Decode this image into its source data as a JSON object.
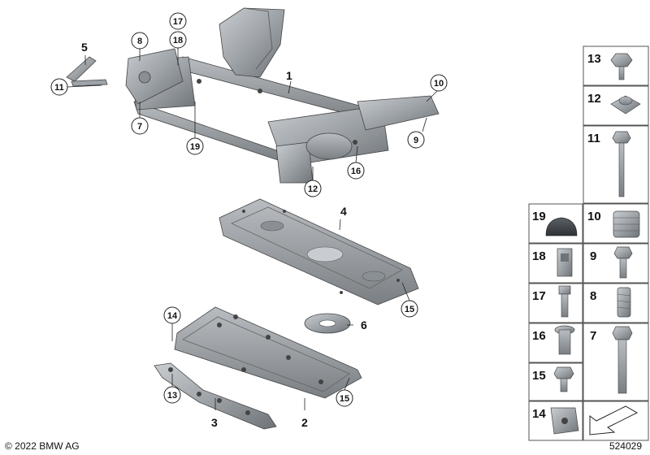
{
  "diagram": {
    "callouts": {
      "c1": "1",
      "c2": "2",
      "c3": "3",
      "c4": "4",
      "c5": "5",
      "c6": "6",
      "c7": "7",
      "c8": "8",
      "c9": "9",
      "c10": "10",
      "c11": "11",
      "c12": "12",
      "c13a": "13",
      "c14": "14",
      "c15a": "15",
      "c15b": "15",
      "c16": "16",
      "c17": "17",
      "c18": "18",
      "c19": "19"
    },
    "legend": {
      "l13": "13",
      "l12": "12",
      "l11": "11",
      "l19": "19",
      "l10": "10",
      "l18": "18",
      "l9": "9",
      "l17": "17",
      "l8": "8",
      "l16": "16",
      "l7": "7",
      "l15": "15",
      "l14": "14"
    }
  },
  "footer": {
    "copyright": "© 2022 BMW AG",
    "doc_id": "524029"
  },
  "colors": {
    "part_fill": "#9ea3a8",
    "part_dark": "#6e7378",
    "part_light": "#c7cbcf",
    "line": "#222222"
  }
}
